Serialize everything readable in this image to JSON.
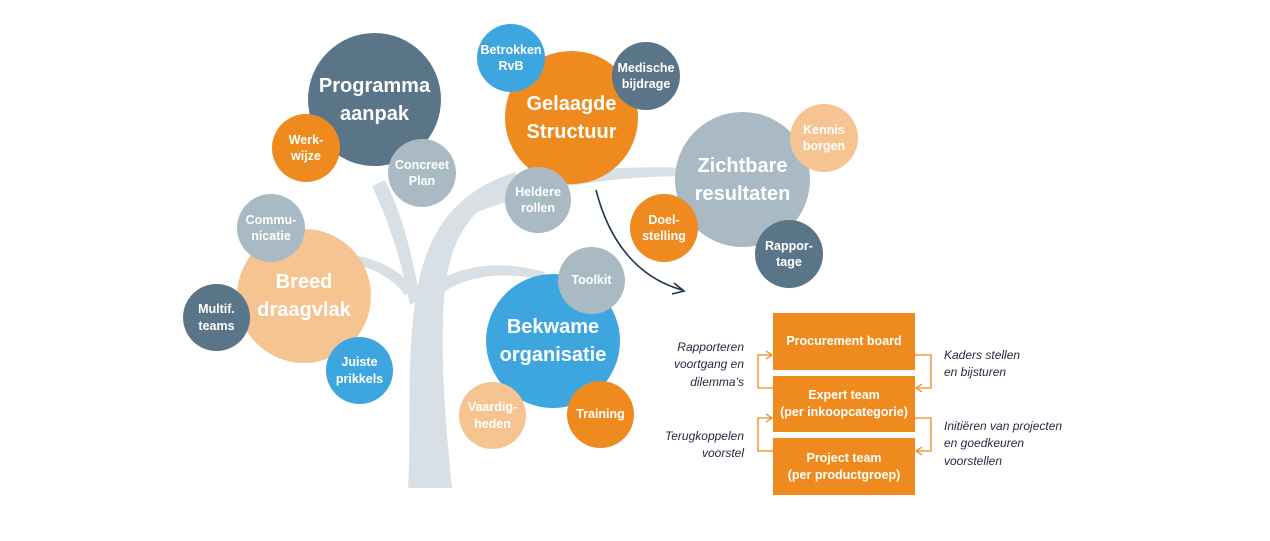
{
  "colors": {
    "slate": "#5b7588",
    "orange": "#ef8a1e",
    "blue": "#3ea6df",
    "gray": "#a9bac4",
    "peach": "#f6c491",
    "trunk": "#d9e0e5",
    "box": "#ef8a1e",
    "arrow": "#1f3550"
  },
  "bubbles": [
    {
      "id": "programma-aanpak",
      "label": "Programma\naanpak",
      "color": "slate",
      "size": "big"
    },
    {
      "id": "werkwijze",
      "label": "Werk-\nwijze",
      "color": "orange",
      "size": "small"
    },
    {
      "id": "concreet-plan",
      "label": "Concreet\nPlan",
      "color": "gray",
      "size": "small"
    },
    {
      "id": "gelaagde-structuur",
      "label": "Gelaagde\nStructuur",
      "color": "orange",
      "size": "big"
    },
    {
      "id": "betrokken-rvb",
      "label": "Betrokken\nRvB",
      "color": "blue",
      "size": "small"
    },
    {
      "id": "medische-bijdrage",
      "label": "Medische\nbijdrage",
      "color": "slate",
      "size": "small"
    },
    {
      "id": "heldere-rollen",
      "label": "Heldere\nrollen",
      "color": "gray",
      "size": "small"
    },
    {
      "id": "zichtbare-resultaten",
      "label": "Zichtbare\nresultaten",
      "color": "gray",
      "size": "big"
    },
    {
      "id": "kennis-borgen",
      "label": "Kennis\nborgen",
      "color": "peach",
      "size": "small"
    },
    {
      "id": "doelstelling",
      "label": "Doel-\nstelling",
      "color": "orange",
      "size": "small"
    },
    {
      "id": "rapportage",
      "label": "Rappor-\ntage",
      "color": "slate",
      "size": "small"
    },
    {
      "id": "breed-draagvlak",
      "label": "Breed\ndraagvlak",
      "color": "peach",
      "size": "big"
    },
    {
      "id": "communicatie",
      "label": "Commu-\nnicatie",
      "color": "gray",
      "size": "small"
    },
    {
      "id": "multif-teams",
      "label": "Multif.\nteams",
      "color": "slate",
      "size": "small"
    },
    {
      "id": "juiste-prikkels",
      "label": "Juiste\nprikkels",
      "color": "blue",
      "size": "small"
    },
    {
      "id": "bekwame-organisatie",
      "label": "Bekwame\norganisatie",
      "color": "blue",
      "size": "big"
    },
    {
      "id": "toolkit",
      "label": "Toolkit",
      "color": "gray",
      "size": "small"
    },
    {
      "id": "vaardigheden",
      "label": "Vaardig-\nheden",
      "color": "peach",
      "size": "small"
    },
    {
      "id": "training",
      "label": "Training",
      "color": "orange",
      "size": "small"
    }
  ],
  "boxes": [
    {
      "id": "procurement-board",
      "label": "Procurement board"
    },
    {
      "id": "expert-team",
      "label": "Expert team\n(per inkoopcategorie)"
    },
    {
      "id": "project-team",
      "label": "Project team\n(per productgroep)"
    }
  ],
  "notes": [
    {
      "id": "rapporteren",
      "text": "Rapporteren\nvoortgang en\ndilemma’s"
    },
    {
      "id": "terugkoppelen",
      "text": "Terugkoppelen\nvoorstel"
    },
    {
      "id": "kaders-stellen",
      "text": "Kaders stellen\nen bijsturen"
    },
    {
      "id": "initieren",
      "text": "Initiëren van projecten\nen goedkeuren\nvoorstellen"
    }
  ]
}
